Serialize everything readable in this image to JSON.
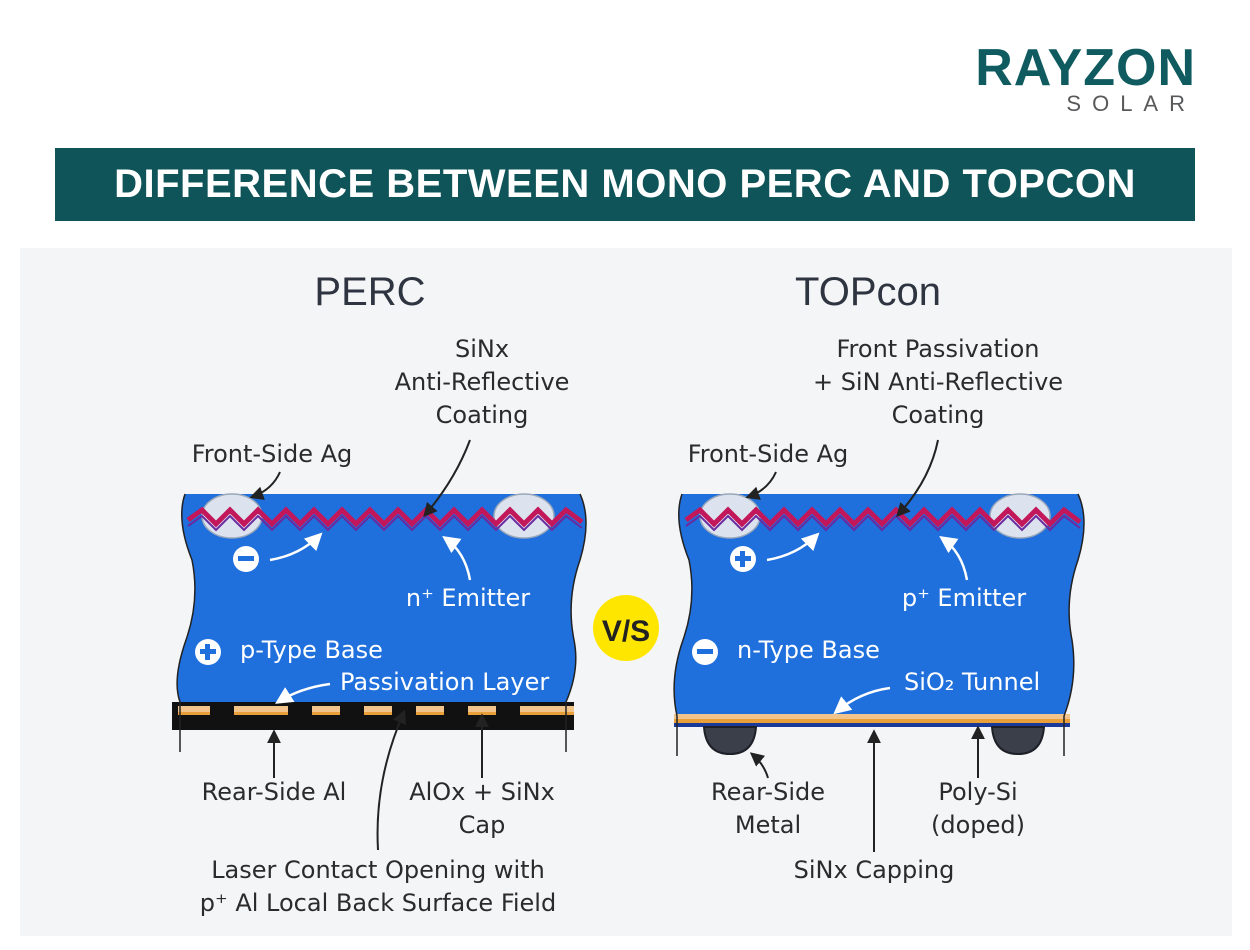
{
  "brand": {
    "name": "RAYZON",
    "sub": "SOLAR",
    "color": "#0f5b60"
  },
  "banner": {
    "title": "DIFFERENCE BETWEEN MONO PERC AND TOPCON",
    "color": "#0f5458"
  },
  "vs_badge": "V/S",
  "perc": {
    "title": "PERC",
    "coating_label": [
      "SiNx",
      "Anti-Reflective",
      "Coating"
    ],
    "front_ag": "Front-Side Ag",
    "emitter": "n⁺ Emitter",
    "base": "p-Type Base",
    "passivation": "Passivation Layer",
    "rear_al": "Rear-Side Al",
    "aloxcap": [
      "AlOx + SiNx",
      "Cap"
    ],
    "laser": [
      "Laser Contact Opening with",
      "p⁺ Al Local Back Surface Field"
    ],
    "carrier_icon": "minus-icon",
    "base_icon": "plus-icon"
  },
  "topcon": {
    "title": "TOPcon",
    "coating_label": [
      "Front Passivation",
      "+ SiN Anti-Reflective",
      "Coating"
    ],
    "front_ag": "Front-Side Ag",
    "emitter": "p⁺ Emitter",
    "base": "n-Type Base",
    "tunnel": "SiO₂ Tunnel",
    "rear_metal": [
      "Rear-Side",
      "Metal"
    ],
    "polysi": [
      "Poly-Si",
      "(doped)"
    ],
    "sinx": "SiNx Capping",
    "carrier_icon": "plus-icon",
    "base_icon": "minus-icon"
  },
  "colors": {
    "cell": "#1f6fdc",
    "coating": "#c2185b",
    "vs_bg": "#ffe600"
  }
}
